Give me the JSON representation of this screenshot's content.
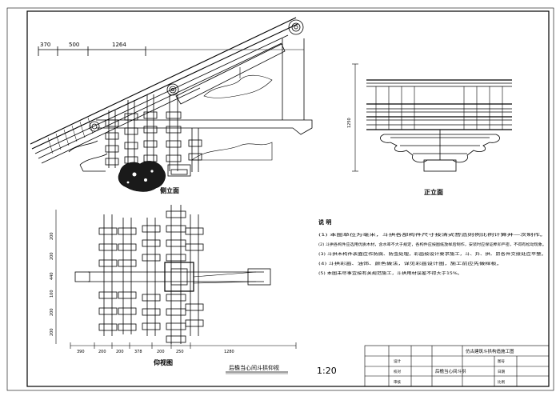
{
  "views": {
    "side": {
      "title": "侧立面"
    },
    "front": {
      "title": "正立面"
    },
    "bottom": {
      "title": "仰视图"
    }
  },
  "plan_title": "后檐当心间斗拱仰视",
  "scale": "1:20",
  "dims": {
    "side_top": [
      "370",
      "500",
      "1264"
    ],
    "bottom_row": [
      "390",
      "200",
      "200",
      "378",
      "200",
      "250",
      "1280"
    ],
    "bottom_left": [
      "200",
      "200",
      "440",
      "100",
      "200",
      "200"
    ],
    "front_height": "1250"
  },
  "notes": {
    "title": "说 明",
    "items": [
      "(1) 本图单位为毫米，斗拱各部构件尺寸按清式营造则例比例计算并一次制作。",
      "(2) 斗拱各构件应选用优质木材，含水率不大于规定，各构件应按图纸放样后制作，安装时应保证榫卯严密，不得有松动现象。",
      "(3) 斗拱木构件表面应作防腐、防虫处理，彩画按设计要求施工，斗、升、拱、昂各件交接处应平整。",
      "(4) 斗拱彩画、油饰、颜色做法，详见彩画设计图，施工前应先做样板。",
      "(5) 本图未尽事宜按有关规范施工，斗拱用材误差不得大于15%。"
    ]
  },
  "title_block": {
    "project": "仿古建筑斗拱构造施工图",
    "drawing_name": "后檐当心间斗拱",
    "labels": [
      "设计",
      "校对",
      "审核",
      "图号",
      "日期",
      "比例"
    ]
  }
}
